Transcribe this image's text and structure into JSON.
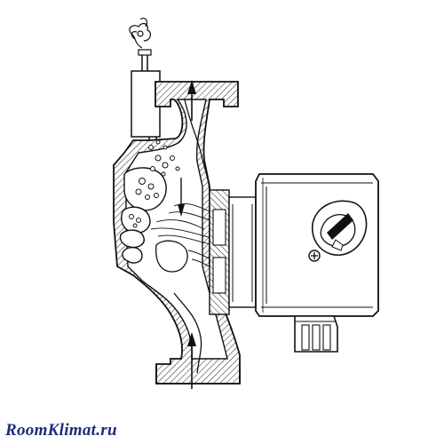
{
  "watermark": {
    "text": "RoomKlimat.ru",
    "color": "#1e2a78"
  },
  "diagram": {
    "subject": "circulation-pump-cutaway",
    "line_color": "#111111",
    "hatch_color": "#222222",
    "background": "#ffffff",
    "flow_direction": "upward",
    "components": [
      "pump-housing",
      "inlet-flange",
      "outlet-flange",
      "motor-block",
      "air-vent-valve",
      "impeller",
      "terminal-box",
      "control-knob",
      "vent-screw"
    ]
  }
}
